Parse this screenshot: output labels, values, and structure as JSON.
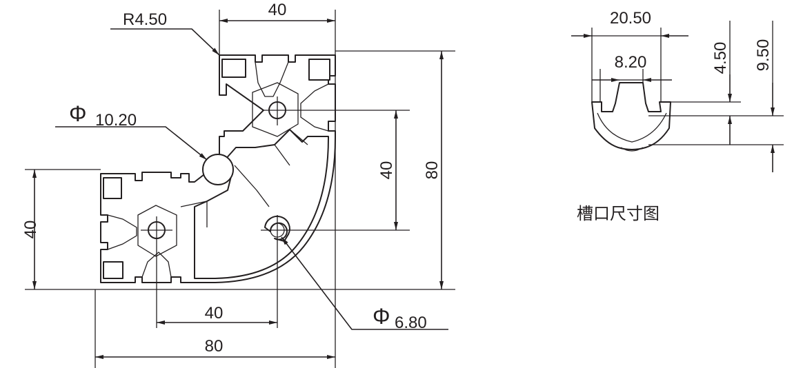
{
  "main_view": {
    "radius_label": "R4.50",
    "top_width": "40",
    "left_height": "40",
    "right_inner_height": "40",
    "right_total_height": "80",
    "bottom_inner_width": "40",
    "bottom_total_width": "80",
    "center_hole_symbol": "Φ",
    "center_hole_value": "10.20",
    "corner_hole_symbol": "Φ",
    "corner_hole_value": "6.80"
  },
  "slot_view": {
    "slot_width": "20.50",
    "opening_width": "8.20",
    "lip_depth": "4.50",
    "slot_depth": "9.50",
    "caption": "槽口尺寸图"
  }
}
